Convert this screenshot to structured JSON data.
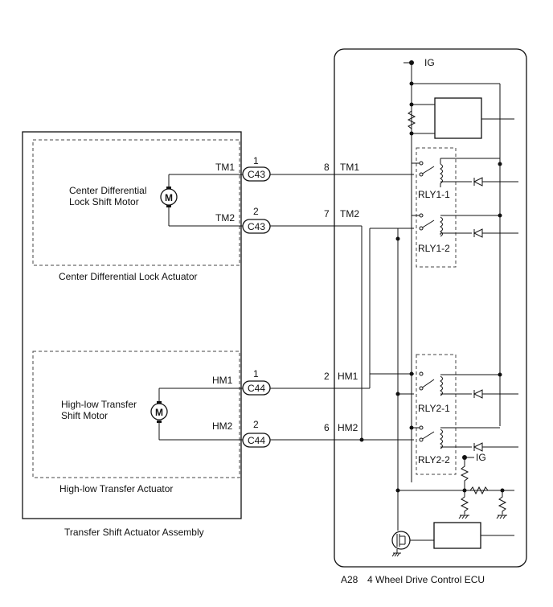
{
  "assembly": {
    "name": "Transfer Shift Actuator Assembly",
    "center_actuator": "Center Differential Lock Actuator",
    "center_motor_line1": "Center Differential",
    "center_motor_line2": "Lock Shift Motor",
    "highlow_actuator": "High-low Transfer Actuator",
    "highlow_motor_line1": "High-low Transfer",
    "highlow_motor_line2": "Shift Motor",
    "motor_symbol": "M"
  },
  "wires": [
    {
      "name": "TM1",
      "pin": "1",
      "connector": "C43",
      "ecu_pin": "8",
      "ecu_name": "TM1"
    },
    {
      "name": "TM2",
      "pin": "2",
      "connector": "C43",
      "ecu_pin": "7",
      "ecu_name": "TM2"
    },
    {
      "name": "HM1",
      "pin": "1",
      "connector": "C44",
      "ecu_pin": "2",
      "ecu_name": "HM1"
    },
    {
      "name": "HM2",
      "pin": "2",
      "connector": "C44",
      "ecu_pin": "6",
      "ecu_name": "HM2"
    }
  ],
  "ecu": {
    "name": "4 Wheel Drive Control ECU",
    "code": "A28",
    "ig_top": "IG",
    "ig_bottom": "IG",
    "relays": [
      "RLY1-1",
      "RLY1-2",
      "RLY2-1",
      "RLY2-2"
    ]
  },
  "icons": [
    "motor-icon",
    "relay-coil-icon",
    "diode-icon",
    "resistor-icon",
    "ground-icon",
    "transistor-icon"
  ]
}
